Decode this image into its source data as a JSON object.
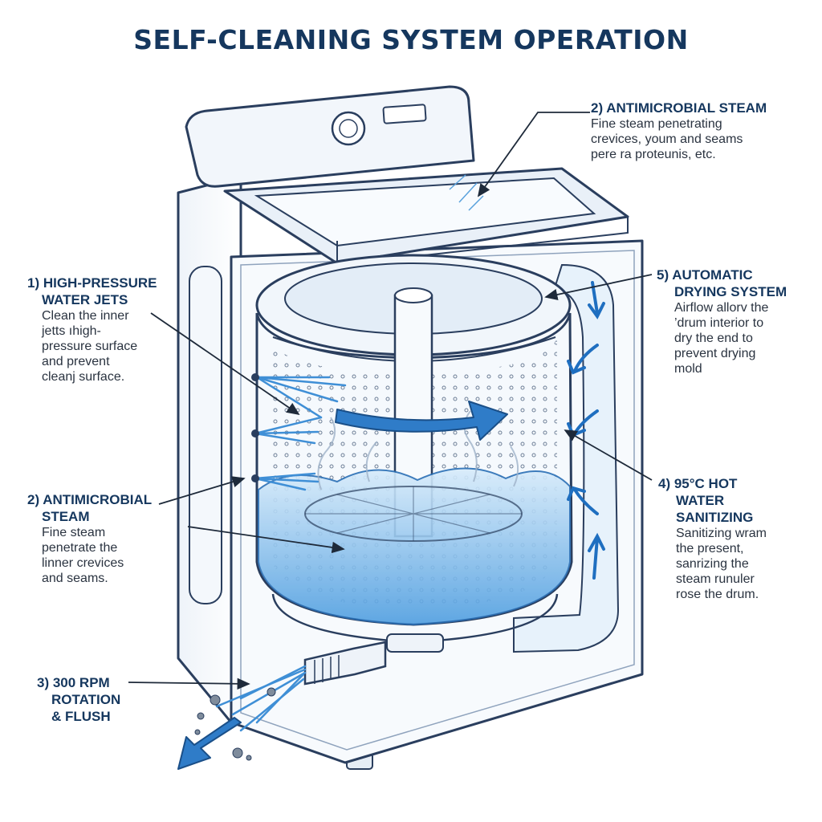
{
  "title": "SELF-CLEANING SYSTEM OPERATION",
  "colors": {
    "outline": "#2a3e5e",
    "water": "#3f8fd6",
    "water_light": "#bcdcf5",
    "arrow": "#1f6fc0",
    "title": "#15375e"
  },
  "callouts": {
    "steam_top": {
      "heading": [
        "2) ANTIMICROBIAL STEAM"
      ],
      "body": [
        "Fine steam penetrating",
        "crevices, youm and seams",
        "pere ra proteunis, etc."
      ]
    },
    "jets": {
      "heading": [
        "1) HIGH-PRESSURE",
        "WATER JETS"
      ],
      "body": [
        "Clean the inner",
        "jetts ıhigh-",
        "pressure surface",
        "and prevent",
        "cleanj surface."
      ]
    },
    "steam_left": {
      "heading": [
        "2) ANTIMICROBIAL",
        "STEAM"
      ],
      "body": [
        "Fine steam",
        "penetrate  the",
        "linner crevices",
        "and seams."
      ]
    },
    "rotation": {
      "heading": [
        "3) 300 RPM",
        "ROTATION",
        "& FLUSH"
      ],
      "body": []
    },
    "drying": {
      "heading": [
        "5) AUTOMATIC",
        "DRYING SYSTEM"
      ],
      "body": [
        "Airflow allorv the",
        "’drum interior to",
        "dry the end to",
        "prevent drying",
        "mold"
      ]
    },
    "hot_water": {
      "heading": [
        "4) 95°C HOT",
        "WATER",
        "SANITIZING"
      ],
      "body": [
        "Sanitizing wram",
        "the present,",
        "sanrizing the",
        "steam runuler",
        "rose the drum."
      ]
    }
  }
}
